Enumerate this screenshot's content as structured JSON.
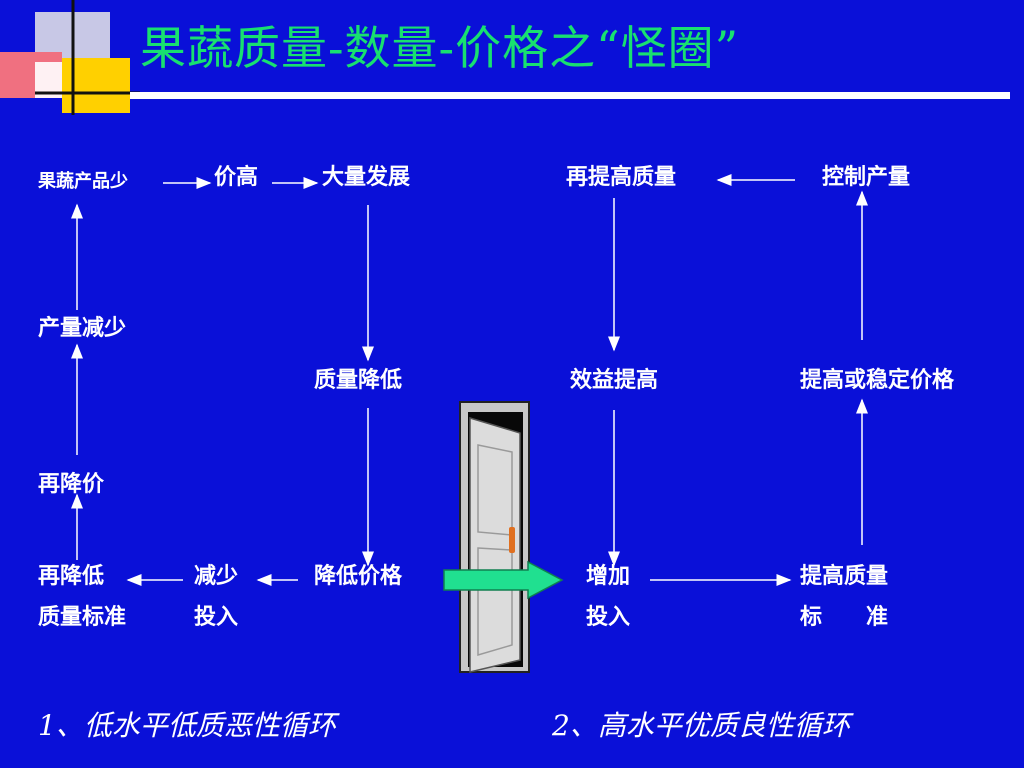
{
  "title": "果蔬质量-数量-价格之“怪圈”",
  "loop1": {
    "caption": "1、低水平低质恶性循环",
    "nodes": {
      "few_products": "果蔬产品少",
      "high_price": "价高",
      "mass_develop": "大量发展",
      "quality_drop": "质量降低",
      "price_drop": "降低价格",
      "less_input_1": "减少",
      "less_input_2": "投入",
      "lower_std_1": "再降低",
      "lower_std_2": "质量标准",
      "price_cut_again": "再降价",
      "output_down": "产量减少"
    }
  },
  "loop2": {
    "caption": "2、高水平优质良性循环",
    "nodes": {
      "more_input_1": "增加",
      "more_input_2": "投入",
      "raise_std_1": "提高质量",
      "raise_std_2": "标　　准",
      "raise_price": "提高或稳定价格",
      "control_output": "控制产量",
      "improve_quality": "再提高质量",
      "benefit_up": "效益提高"
    }
  },
  "colors": {
    "background": "#0a10d8",
    "title": "#18e070",
    "text": "#ffffff",
    "door_arrow": "#20e090"
  },
  "icons": [
    "decor-squares",
    "open-door-icon",
    "right-arrow-icon"
  ]
}
